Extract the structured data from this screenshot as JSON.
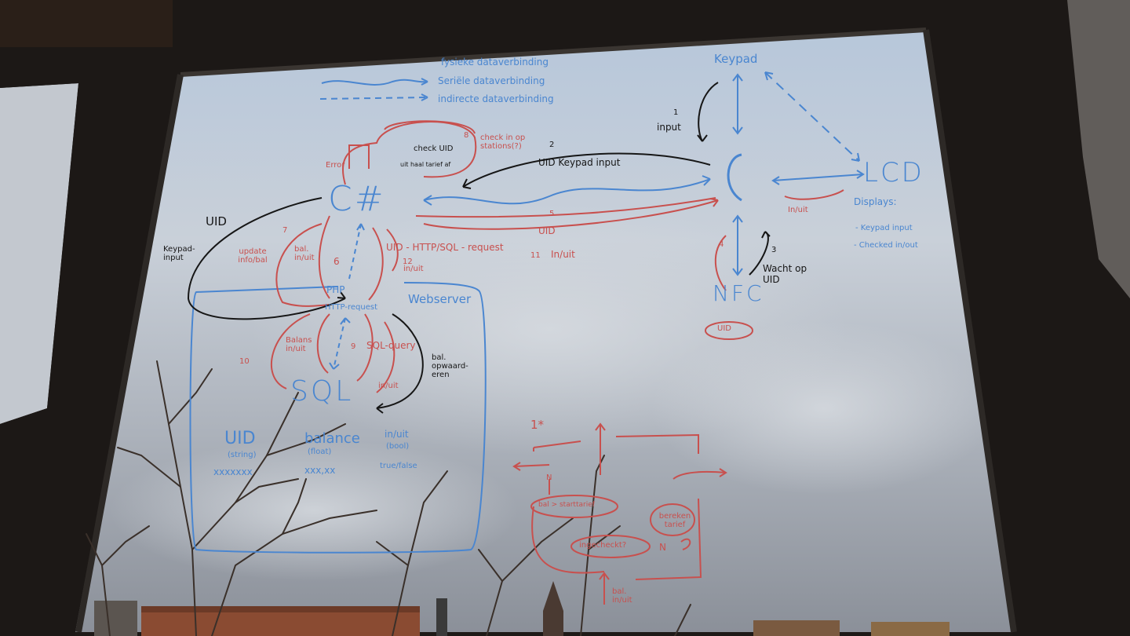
{
  "legend": {
    "physical": "fysieke dataverbinding",
    "serial": "Seriële dataverbinding",
    "indirect": "indirecte dataverbinding"
  },
  "arduino_side": {
    "keypad": "Keypad",
    "lcd": "LCD",
    "nfc": "NFC",
    "nfc_uid": "UID",
    "input_step": "input",
    "wait_for_uid": "Wacht op UID",
    "in_uit": "In/uit",
    "displays_title": "Displays:",
    "displays_items": [
      "- Keypad input",
      "- Checked in/out"
    ]
  },
  "csharp_side": {
    "csharp": "C#",
    "error": "Error",
    "check_uid": "check UID",
    "uit_haal_tarief_af": "uit haal tarief af",
    "check_in": "check in op stations(?)",
    "uid_keypadinput": "UID Keypad input",
    "uid_mid": "UID",
    "in_uit_mid": "In/uit",
    "uid_left": "UID",
    "keypad_input": "Keypad-input",
    "update": "update info/bal",
    "bal_in_uit": "bal. in/uit",
    "uid_http": "UID - HTTP/SQL - request",
    "in_uit_small": "in/uit"
  },
  "webserver": {
    "title": "Webserver",
    "php": "PHP",
    "http_request": "HTTP-request",
    "balance_in_uit": "Balans in/uit",
    "sql_query": "SQL-query",
    "in_uit": "in/uit",
    "bal_opwaarderen": "bal. opwaard-eren",
    "sql": "SQL"
  },
  "sql_table": {
    "columns": [
      {
        "name": "UID",
        "type": "(string)",
        "example": "xxxxxxx"
      },
      {
        "name": "balance",
        "type": "(float)",
        "example": "xxx,xx"
      },
      {
        "name": "in/uit",
        "type": "(bool)",
        "example": "true/false"
      }
    ]
  },
  "flowchart": {
    "top": "1*",
    "n1": "N",
    "decision1": "bal > starttarief",
    "decision2": "ingecheckt?",
    "n2": "N",
    "action": "bereken tarief",
    "input": "bal. in/uit"
  },
  "step_numbers": [
    "1",
    "2",
    "3",
    "4",
    "5",
    "6",
    "7",
    "8",
    "9",
    "10",
    "11",
    "12"
  ]
}
